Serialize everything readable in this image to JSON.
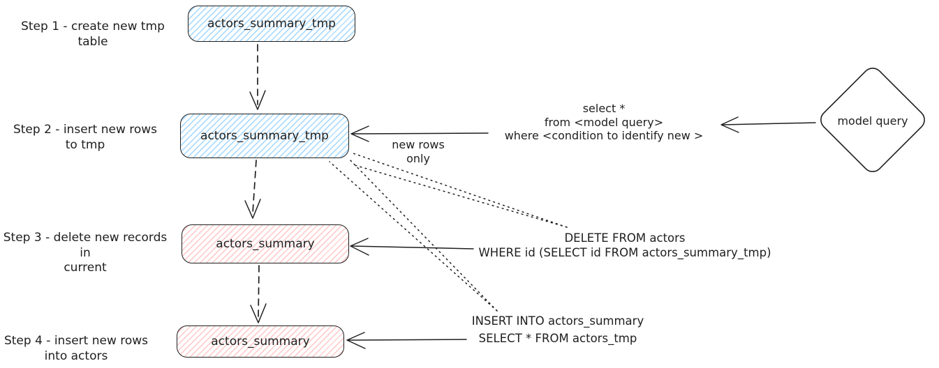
{
  "colors": {
    "stroke": "#1e1e1e",
    "blue_hatch": "#a5d8ff",
    "red_hatch": "#ffc9c9",
    "background": "#ffffff"
  },
  "steps": [
    {
      "label": "Step 1 - create new tmp table",
      "node": "actors_summary_tmp",
      "fill": "blue"
    },
    {
      "label": "Step 2 - insert new rows\nto tmp",
      "node": "actors_summary_tmp",
      "fill": "blue"
    },
    {
      "label": "Step 3 - delete new records in\ncurrent",
      "node": "actors_summary",
      "fill": "red"
    },
    {
      "label": "Step 4 - insert new rows\ninto actors",
      "node": "actors_summary",
      "fill": "red"
    }
  ],
  "annotations": {
    "new_rows_only": "new rows only",
    "model_query_sql": "select *\nfrom <model query>\nwhere <condition to identify new >",
    "delete_sql": "DELETE FROM actors\nWHERE id (SELECT id FROM actors_summary_tmp)",
    "insert_sql": "INSERT INTO actors_summary\nSELECT * FROM actors_tmp",
    "model_query_node": "model query"
  }
}
